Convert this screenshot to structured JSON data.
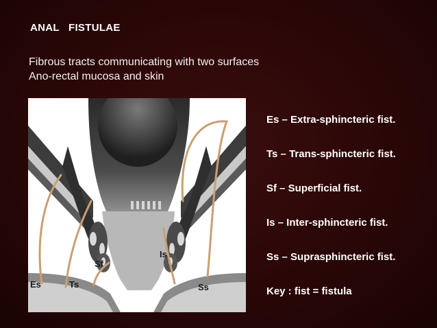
{
  "slide": {
    "title": "ANAL   FISTULAE",
    "intro_lines": [
      "Fibrous tracts communicating with two surfaces",
      "Ano-rectal mucosa and skin"
    ]
  },
  "legend": [
    "Es – Extra-sphincteric fist.",
    "Ts – Trans-sphincteric fist.",
    "Sf – Superficial fist.",
    "Is – Inter-sphincteric fist.",
    "Ss – Suprasphincteric fist.",
    "Key  :  fist = fistula"
  ],
  "diagram": {
    "labels": [
      "Es",
      "Ts",
      "Sf",
      "Is",
      "Ss"
    ],
    "colors": {
      "tract": "#c8a070",
      "tissue_dark": "#3a3a3a",
      "tissue_mid": "#8a8a8a",
      "tissue_light": "#c9c9c9",
      "background": "#ffffff"
    }
  }
}
